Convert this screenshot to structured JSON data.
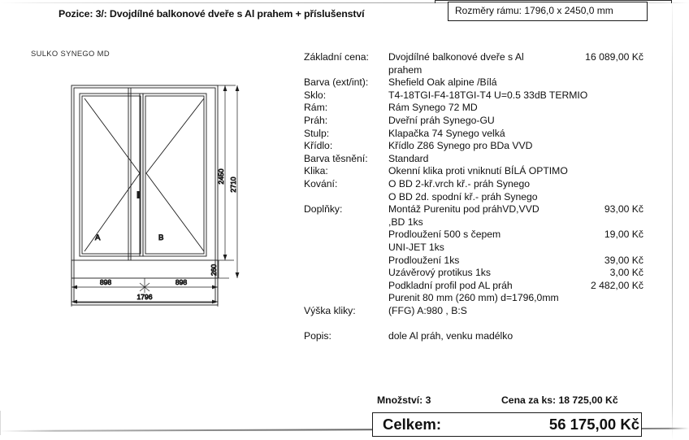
{
  "header": {
    "position_title": "Pozice: 3/: Dvojdílné balkonové dveře s Al prahem + příslušenství",
    "frame_dimensions": "Rozměry rámu: 1796,0 x 2450,0 mm"
  },
  "drawing": {
    "brand": "SULKO SYNEGO MD",
    "sash_labels": [
      "A",
      "B"
    ],
    "dimensions": {
      "height_frame": "2450",
      "height_total": "2710",
      "sill_height": "260",
      "width_left_sash": "898",
      "width_right_sash": "898",
      "width_total": "1796"
    }
  },
  "spec": {
    "rows": [
      {
        "label": "Základní cena:",
        "value": "Dvojdílné balkonové dveře s Al",
        "price": "16 089,00 Kč"
      },
      {
        "label": "",
        "value": "prahem",
        "price": ""
      },
      {
        "label": "Barva (ext/int):",
        "value": "Shefield Oak alpine /Bílá",
        "price": ""
      },
      {
        "label": "Sklo:",
        "value": "T4-18TGI-F4-18TGI-T4 U=0.5 33dB TERMIO",
        "price": ""
      },
      {
        "label": "Rám:",
        "value": "Rám Synego 72 MD",
        "price": ""
      },
      {
        "label": "Práh:",
        "value": "Dveřní práh Synego-GU",
        "price": ""
      },
      {
        "label": "Stulp:",
        "value": "Klapačka 74 Synego velká",
        "price": ""
      },
      {
        "label": "Křídlo:",
        "value": "Křídlo Z86 Synego pro BDa VVD",
        "price": ""
      },
      {
        "label": "Barva těsnění:",
        "value": "Standard",
        "price": ""
      },
      {
        "label": "Klika:",
        "value": "Okenní klika proti vniknutí BÍLÁ OPTIMO",
        "price": ""
      },
      {
        "label": "Kování:",
        "value": "O BD 2-kř.vrch kř.- práh Synego",
        "price": ""
      },
      {
        "label": "",
        "value": "O BD 2d. spodní kř.- práh Synego",
        "price": ""
      },
      {
        "label": "Doplňky:",
        "value": "Montáž Purenitu pod práhVD,VVD",
        "price": "93,00 Kč"
      },
      {
        "label": "",
        "value": ",BD 1ks",
        "price": ""
      },
      {
        "label": "",
        "value": "Prodloužení 500 s čepem",
        "price": "19,00 Kč"
      },
      {
        "label": "",
        "value": "UNI-JET   1ks",
        "price": ""
      },
      {
        "label": "",
        "value": "Prodloužení   1ks",
        "price": "39,00 Kč"
      },
      {
        "label": "",
        "value": "Uzávěrový protikus   1ks",
        "price": "3,00 Kč"
      },
      {
        "label": "",
        "value": " Podkladní profil pod AL práh",
        "price": "2 482,00 Kč"
      },
      {
        "label": "",
        "value": "Purenit 80 mm (260 mm) d=1796,0mm",
        "price": ""
      },
      {
        "label": "Výška kliky:",
        "value": "  (FFG)   A:980 , B:S",
        "price": ""
      },
      {
        "label": "",
        "value": "",
        "price": ""
      },
      {
        "label": "Popis:",
        "value": "dole Al práh, venku madélko",
        "price": ""
      }
    ]
  },
  "totals": {
    "quantity": "Množství: 3",
    "unit_price": "Cena za ks: 18 725,00 Kč",
    "total_label": "Celkem:",
    "total_value": "56 175,00 Kč"
  }
}
